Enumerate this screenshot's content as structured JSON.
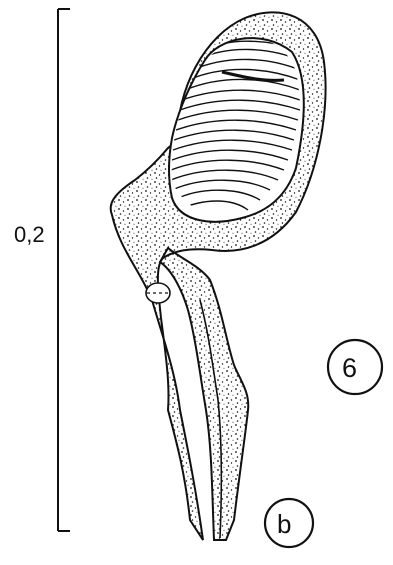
{
  "scale_bar": {
    "value": "0,2"
  },
  "figure_number": "6",
  "panel_letter": "b",
  "colors": {
    "ink": "#111111",
    "background": "#ffffff"
  }
}
